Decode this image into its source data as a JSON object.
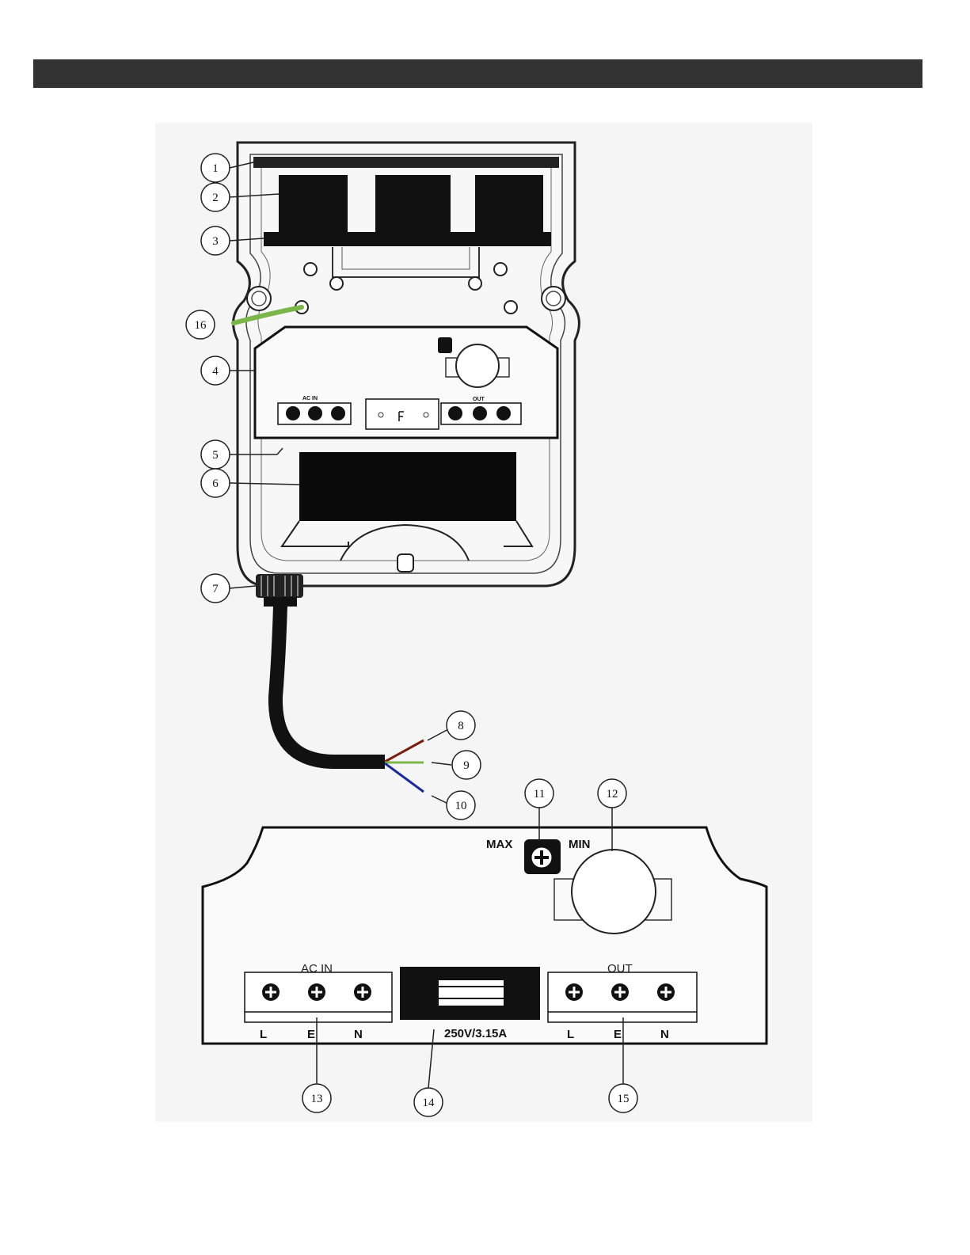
{
  "callouts": [
    "1",
    "2",
    "3",
    "4",
    "5",
    "6",
    "7",
    "8",
    "9",
    "10",
    "11",
    "12",
    "13",
    "14",
    "15",
    "16"
  ],
  "board": {
    "potentiometer": {
      "max_label": "MAX",
      "min_label": "MIN"
    },
    "ac_in": {
      "label": "AC IN",
      "terminals": [
        "L",
        "E",
        "N"
      ]
    },
    "out": {
      "label": "OUT",
      "terminals": [
        "L",
        "E",
        "N"
      ]
    },
    "fuse_rating": "250V/3.15A"
  },
  "unit_board": {
    "ac_in_label": "AC IN",
    "out_label": "OUT"
  },
  "colors": {
    "header_bar": "#333333",
    "ground_wire": "#7ab648",
    "live_wire": "#7a1f10",
    "neutral_wire": "#1a2a9a"
  }
}
